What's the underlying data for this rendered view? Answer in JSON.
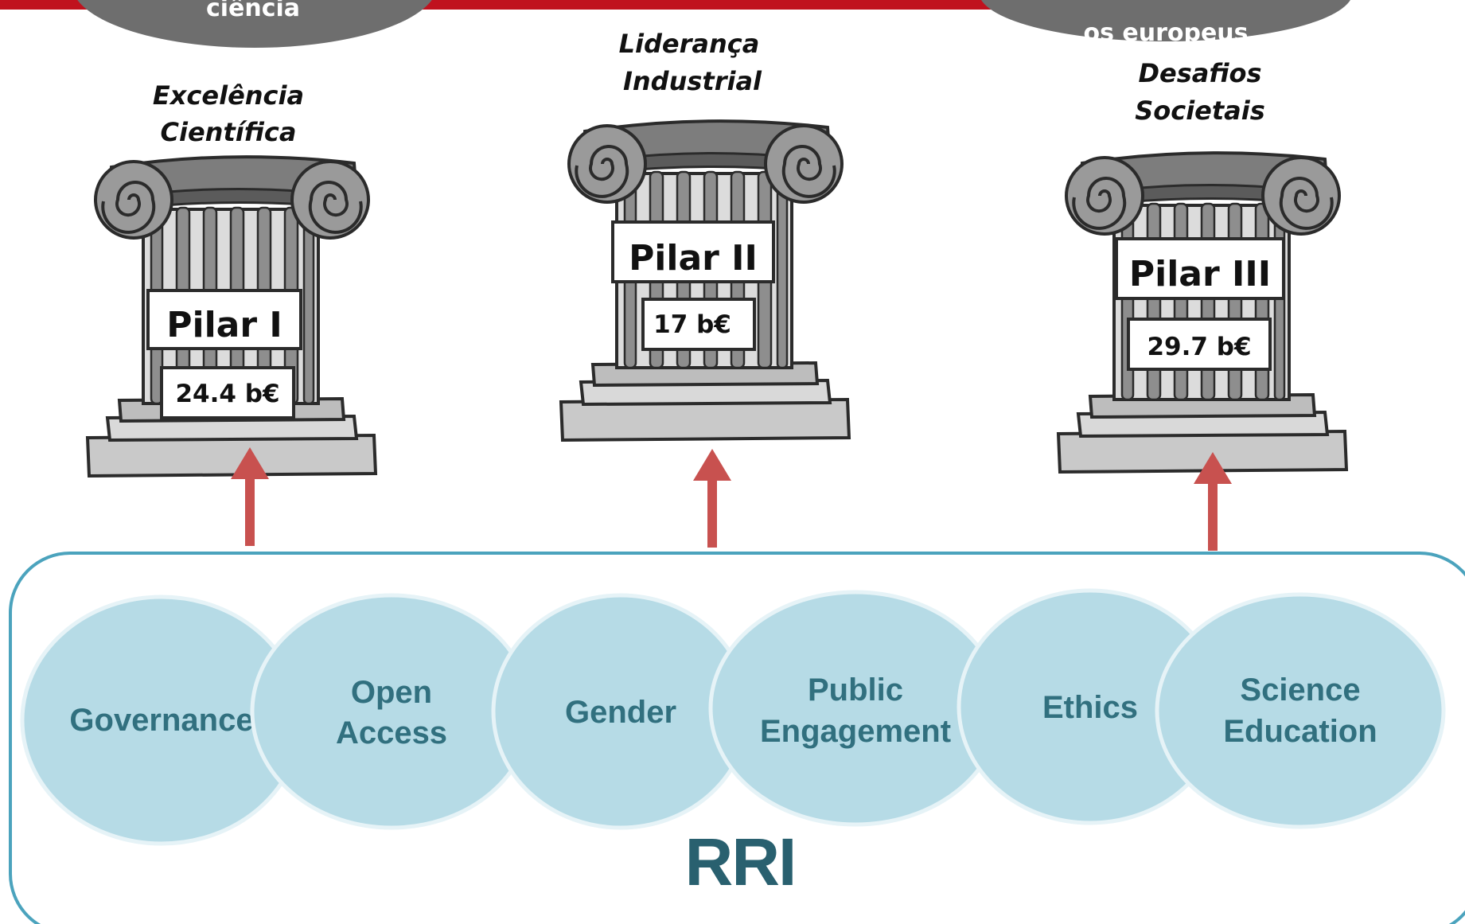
{
  "top_bubbles": {
    "left_text": "ciência",
    "right_text": "os europeus"
  },
  "pillars": [
    {
      "title_line1": "Excelência",
      "title_line2": "Científica",
      "label": "Pilar I",
      "budget": "24.4 b€"
    },
    {
      "title_line1": "Liderança",
      "title_line2": "Industrial",
      "label": "Pilar II",
      "budget": "17 b€"
    },
    {
      "title_line1": "Desafios",
      "title_line2": "Societais",
      "label": "Pilar III",
      "budget": "29.7 b€"
    }
  ],
  "rri": {
    "label": "RRI",
    "keys": [
      {
        "line1": "Governance",
        "line2": ""
      },
      {
        "line1": "Open",
        "line2": "Access"
      },
      {
        "line1": "Gender",
        "line2": ""
      },
      {
        "line1": "Public",
        "line2": "Engagement"
      },
      {
        "line1": "Ethics",
        "line2": ""
      },
      {
        "line1": "Science",
        "line2": "Education"
      }
    ]
  },
  "colors": {
    "top_bar": "#c0121e",
    "bubble_grey": "#6e6e6e",
    "arrow": "#c8514f",
    "rri_border": "#4ba3bd",
    "circle_fill": "#b6dbe6",
    "circle_text": "#31707f",
    "rri_text": "#29606f"
  }
}
